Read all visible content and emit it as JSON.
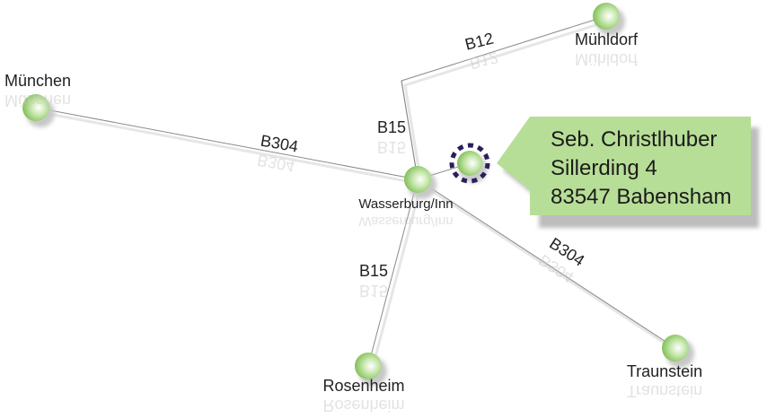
{
  "cities": [
    {
      "id": "muenchen",
      "name": "München"
    },
    {
      "id": "wasserburg",
      "name": "Wasserburg/Inn"
    },
    {
      "id": "muehldorf",
      "name": "Mühldorf"
    },
    {
      "id": "rosenheim",
      "name": "Rosenheim"
    },
    {
      "id": "traunstein",
      "name": "Traunstein"
    }
  ],
  "roads": [
    {
      "id": "b304-west",
      "name": "B304"
    },
    {
      "id": "b12",
      "name": "B12"
    },
    {
      "id": "b15-north",
      "name": "B15"
    },
    {
      "id": "b15-south",
      "name": "B15"
    },
    {
      "id": "b304-east",
      "name": "B304"
    }
  ],
  "callout": {
    "line1": "Seb. Christlhuber",
    "line2": "Sillerding 4",
    "line3": "83547 Babensham"
  },
  "colors": {
    "callout_bg": "#b7de97",
    "marker_ring": "#2a1f5c",
    "node": "#9fd277"
  }
}
